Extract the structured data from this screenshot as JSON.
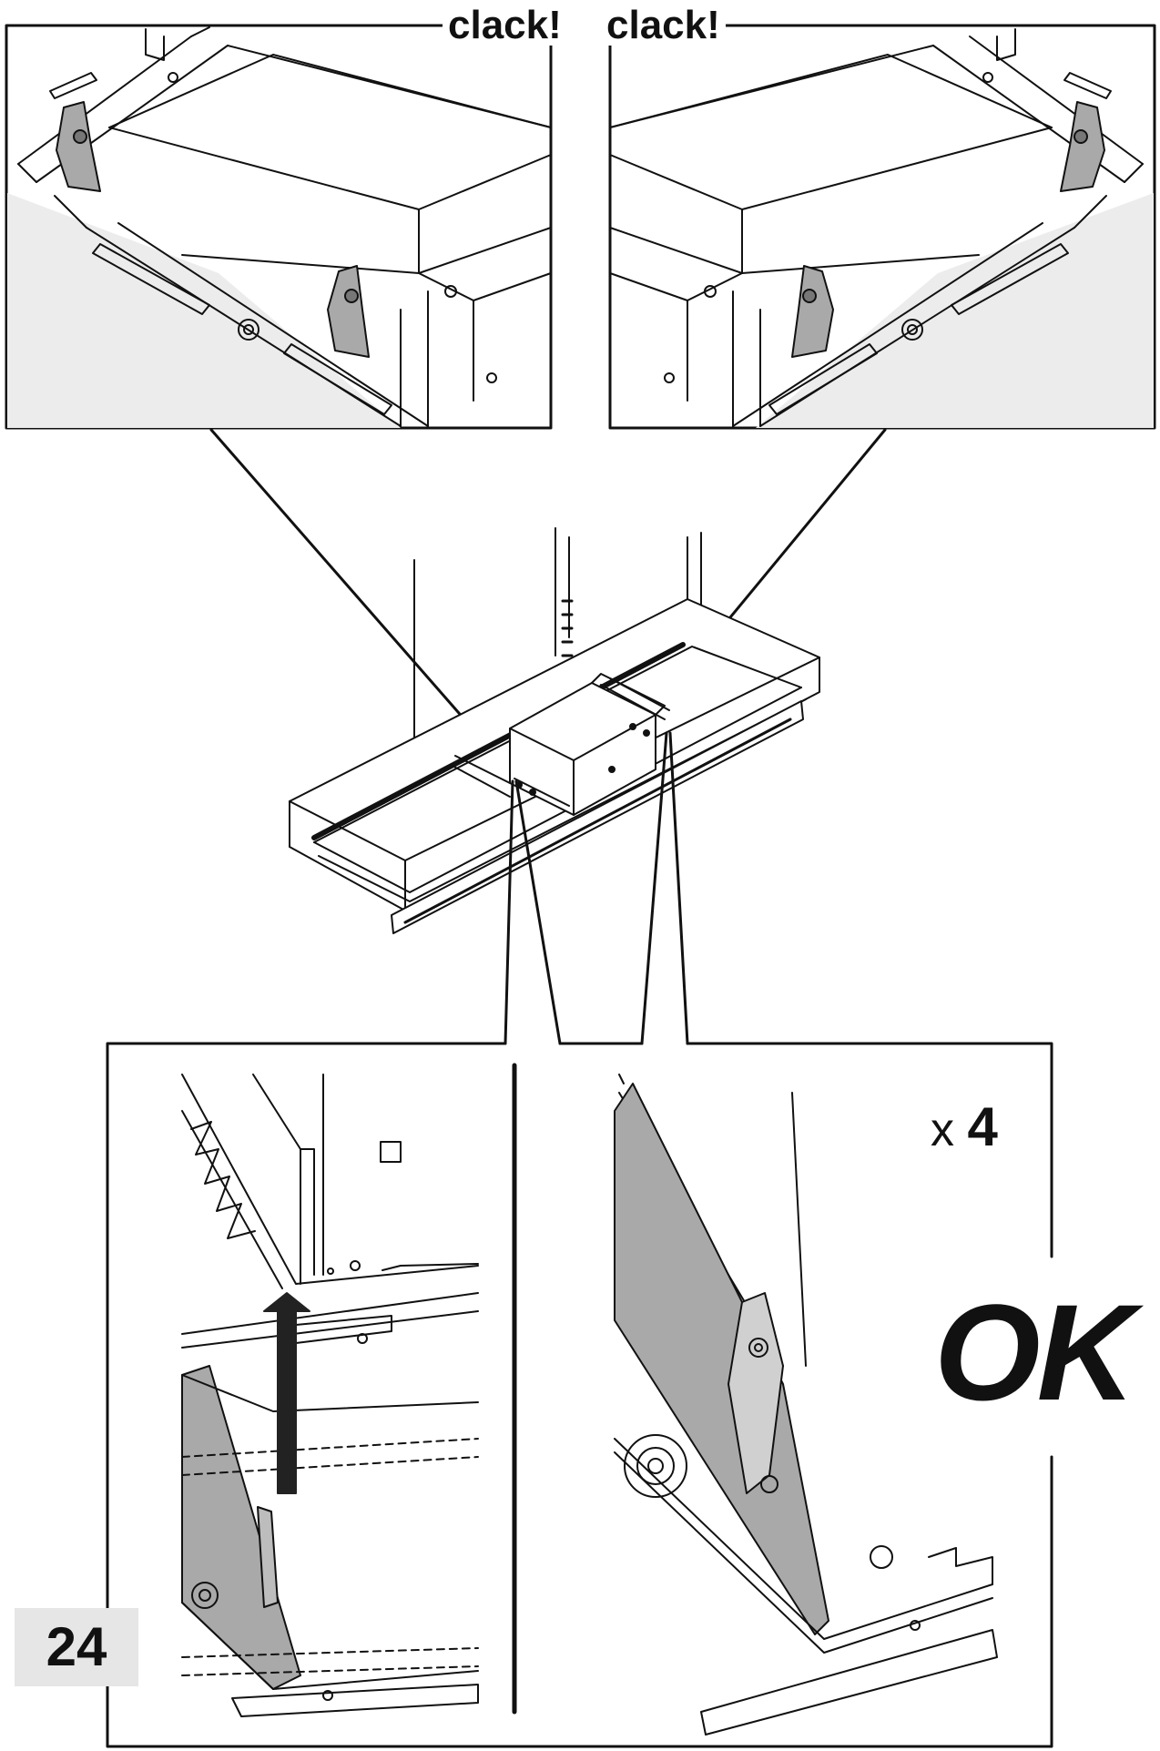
{
  "labels": {
    "clack_left": "clack!",
    "clack_right": "clack!",
    "quantity_prefix": "x ",
    "quantity_value": "4",
    "ok": "OK",
    "step_number": "24"
  },
  "icons": [
    "clip-bracket-icon",
    "upward-arrow-icon",
    "hood-unit-icon"
  ],
  "colors": {
    "line": "#111111",
    "panel_fill": "#a9a9a9",
    "light_fill": "#e9e9e9",
    "step_badge": "#e6e6e6"
  }
}
